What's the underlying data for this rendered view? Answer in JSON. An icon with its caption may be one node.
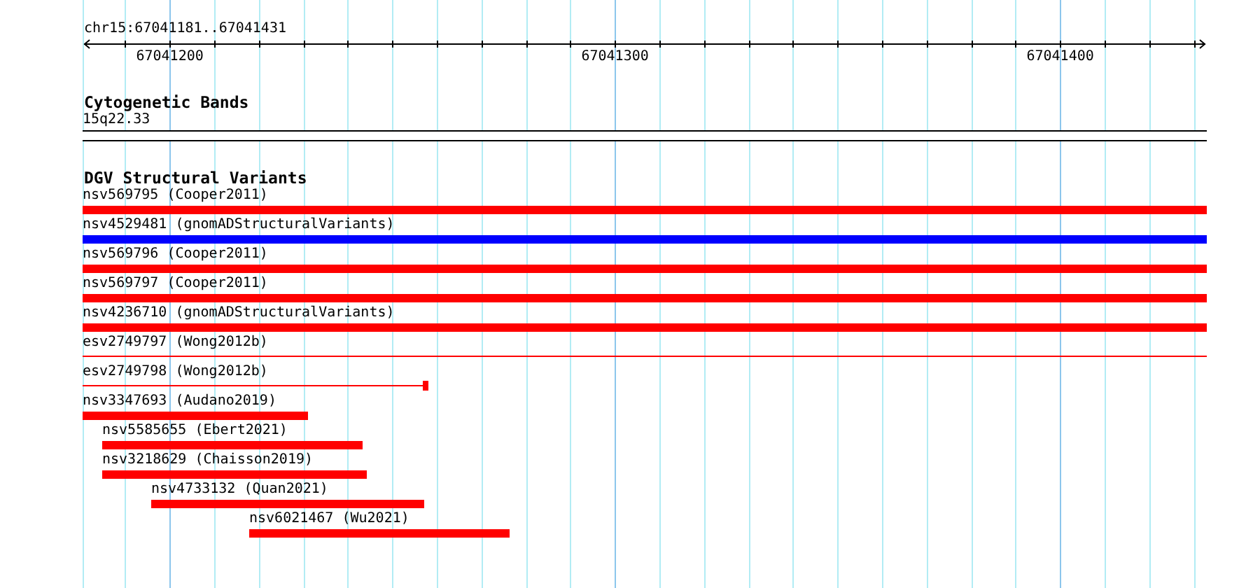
{
  "diagram": {
    "nodes": [
      {
        "text": [
          "15q22.33"
        ]
      },
      {
        "text": [
          "nsv569795 (Cooper2011)"
        ]
      },
      {
        "text": [
          "nsv4529481 (gnomADStructuralVariants)"
        ]
      },
      {
        "text": [
          "nsv569796 (Cooper2011)"
        ]
      },
      {
        "text": [
          "nsv569797 (Cooper2011)"
        ]
      },
      {
        "text": [
          "nsv4236710 (gnomADStructuralVariants)"
        ]
      },
      {
        "text": [
          "esv2749797 (Wong2012b)"
        ]
      },
      {
        "text": [
          "esv2749798 (Wong2012b)"
        ]
      },
      {
        "text": [
          "nsv3347693 (Audano2019)"
        ]
      },
      {
        "text": [
          "nsv5585655 (Ebert2021)"
        ]
      },
      {
        "text": [
          "nsv3218629 (Chaisson2019)"
        ]
      },
      {
        "text": [
          "nsv4733132 (Quan2021)"
        ]
      },
      {
        "text": [
          "nsv6021467 (Wu2021)"
        ]
      }
    ],
    "labels": [
      "chr15:67041181..67041431",
      "67041200",
      "67041300",
      "67041400",
      "Cytogenetic Bands",
      "DGV Structural Variants"
    ]
  }
}
